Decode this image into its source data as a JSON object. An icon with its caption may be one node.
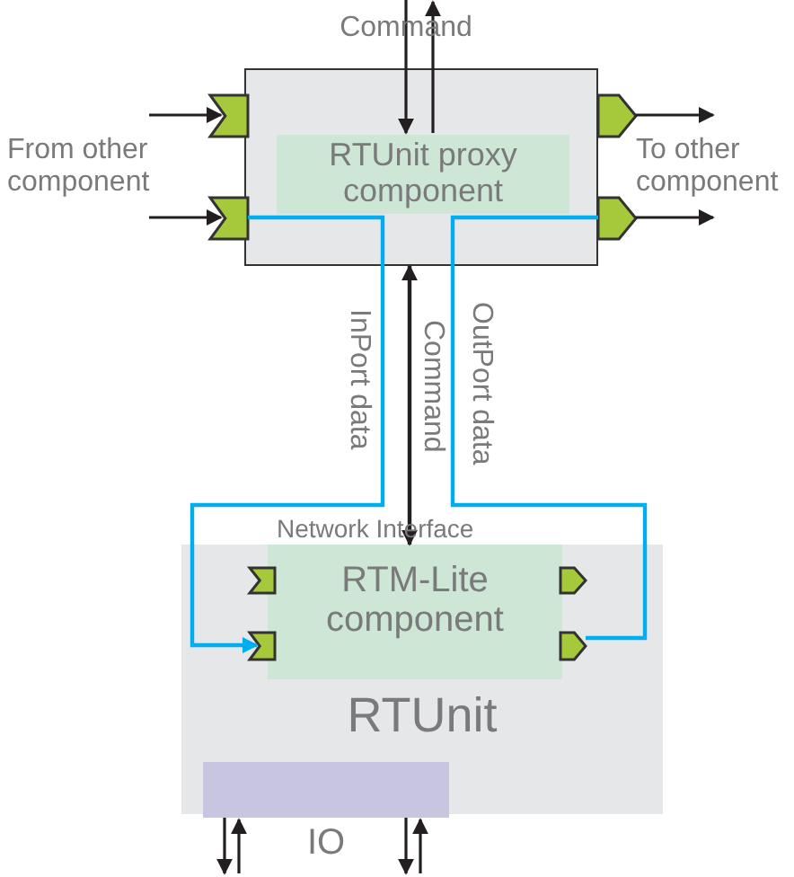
{
  "diagram": {
    "nodes": [
      {
        "text": [
          "Command"
        ]
      },
      {
        "text": [],
        "shape": "box"
      },
      {
        "text": [
          "RTUnit proxy component"
        ],
        "in": 1
      },
      {
        "text": [
          "From other component"
        ]
      },
      {
        "text": [],
        "shape": "box"
      },
      {
        "text": [],
        "shape": "box"
      },
      {
        "text": [],
        "shape": "box"
      },
      {
        "text": [],
        "shape": "box"
      },
      {
        "text": [
          "To other component"
        ]
      },
      {
        "text": [
          "RTUnit"
        ]
      },
      {
        "text": [
          "RTM-Lite component"
        ],
        "in": 9
      },
      {
        "text": [],
        "shape": "box",
        "in": 9
      },
      {
        "text": [],
        "shape": "box",
        "in": 9
      },
      {
        "text": [],
        "shape": "box",
        "in": 9
      },
      {
        "text": [],
        "shape": "box",
        "in": 9
      },
      {
        "text": [
          "IO"
        ],
        "in": 9
      }
    ],
    "edges": [
      {
        "from": 3,
        "to": 4,
        "arrow": "to"
      },
      {
        "from": 3,
        "to": 5,
        "arrow": "to"
      },
      {
        "from": 6,
        "to": 8,
        "arrow": "to"
      },
      {
        "from": 7,
        "to": 8,
        "arrow": "to"
      },
      {
        "from": 0,
        "to": 2,
        "arrow": "to"
      },
      {
        "from": 2,
        "to": 0,
        "arrow": "to"
      },
      {
        "from": 5,
        "to": 12,
        "arrow": "to",
        "label": "InPort data",
        "color": "#00aeef"
      },
      {
        "from": 14,
        "to": 7,
        "arrow": "none",
        "label": "OutPort data",
        "color": "#00aeef"
      },
      {
        "from": 1,
        "to": 9,
        "arrow": "both",
        "label": "Command"
      },
      {
        "from": 15,
        "to": null,
        "arrow": "to"
      },
      {
        "from": null,
        "to": 15,
        "arrow": "to"
      },
      {
        "from": 15,
        "to": null,
        "arrow": "to"
      },
      {
        "from": null,
        "to": 15,
        "arrow": "to"
      }
    ],
    "labels": [
      "Network Interface"
    ]
  }
}
